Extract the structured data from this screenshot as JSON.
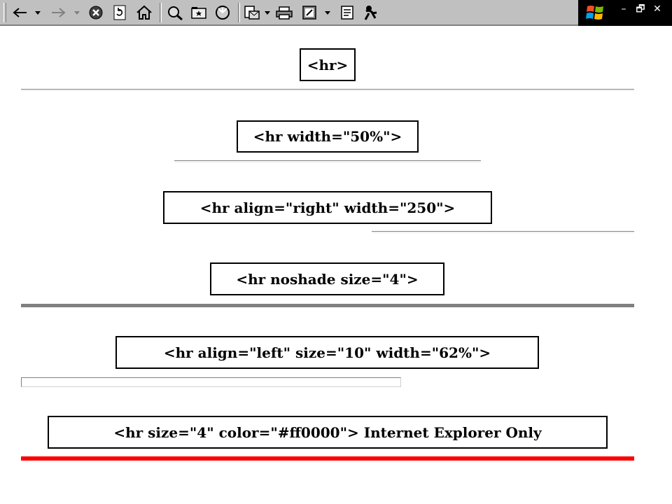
{
  "toolbar": {
    "icons": [
      "back-icon",
      "back-dropdown-icon",
      "forward-icon",
      "forward-dropdown-icon",
      "stop-icon",
      "refresh-icon",
      "home-icon",
      "search-icon",
      "favorites-icon",
      "history-icon",
      "mail-icon",
      "mail-dropdown-icon",
      "print-icon",
      "edit-icon",
      "edit-dropdown-icon",
      "discuss-icon",
      "messenger-icon"
    ],
    "window_buttons": {
      "minimize": "–",
      "restore": "🗗",
      "close": "✕"
    }
  },
  "examples": [
    {
      "code": "<hr>"
    },
    {
      "code": "<hr width=\"50%\">"
    },
    {
      "code": "<hr align=\"right\" width=\"250\">"
    },
    {
      "code": "<hr noshade size=\"4\">"
    },
    {
      "code": "<hr align=\"left\" size=\"10\" width=\"62%\">"
    },
    {
      "code": "<hr size=\"4\" color=\"#ff0000\"> Internet Explorer Only"
    }
  ],
  "colors": {
    "rule_gray": "#808080",
    "rule_red": "#ff0000",
    "toolbar_bg": "#c0c0c0"
  }
}
